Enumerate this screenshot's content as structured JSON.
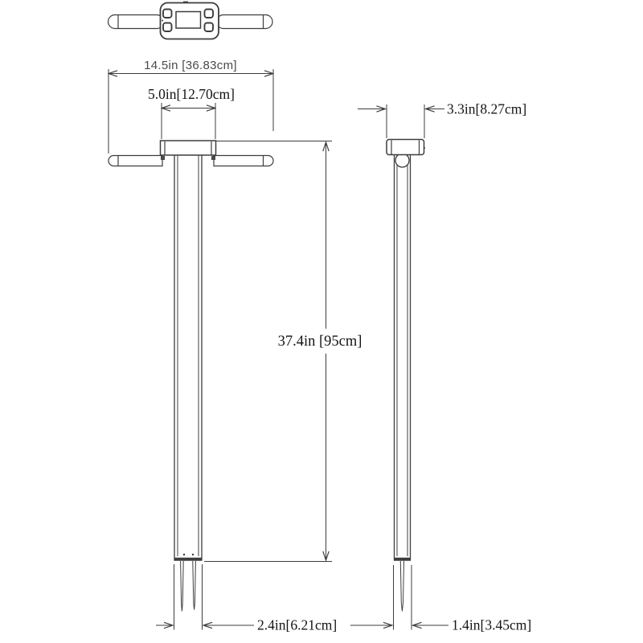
{
  "page": {
    "background": "#ffffff"
  },
  "drawing": {
    "line_color": "#3d3d3d",
    "text_color": "#141414",
    "dimensions": {
      "overall_width": "14.5in [36.83cm]",
      "head_width": "5.0in[12.70cm]",
      "head_depth": "3.3in[8.27cm]",
      "shaft_length": "37.4in [95cm]",
      "base_width_front": "2.4in[6.21cm]",
      "base_width_side": "1.4in[3.45cm]"
    }
  }
}
